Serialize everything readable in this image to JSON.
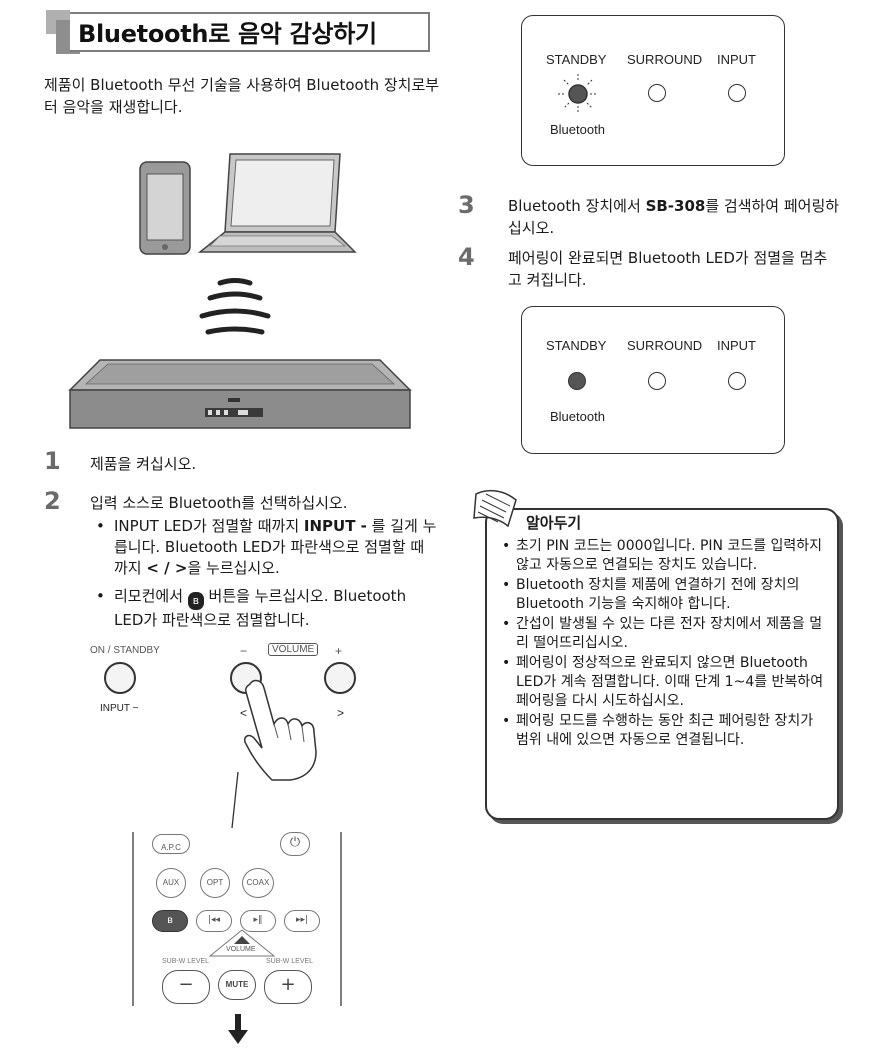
{
  "title": "Bluetooth로 음악 감상하기",
  "intro": "제품이 Bluetooth 무선 기술을 사용하여 Bluetooth 장치로부터 음악을 재생합니다.",
  "device_label": "SB-308",
  "steps": {
    "s1": {
      "num": "1",
      "text": "제품을 켜십시오."
    },
    "s2": {
      "num": "2",
      "text": "입력 소스로 Bluetooth를 선택하십시오.",
      "b1_pre": "INPUT LED가 점멸할 때까지 ",
      "b1_bold": "INPUT -",
      "b1_post": " 를 길게 누릅니다. Bluetooth LED가 파란색으로 점멸할 때까지 ",
      "b1_bold2": "< / >",
      "b1_end": "을 누르십시오.",
      "b2_pre": "리모컨에서 ",
      "b2_post": " 버튼을 누르십시오. Bluetooth LED가 파란색으로 점멸합니다."
    },
    "s3": {
      "num": "3",
      "pre": "Bluetooth 장치에서 ",
      "bold": "SB-308",
      "post": "를 검색하여 페어링하십시오."
    },
    "s4": {
      "num": "4",
      "text": "페어링이 완료되면 Bluetooth LED가 점멸을 멈추고 켜집니다."
    }
  },
  "panel": {
    "standby": "STANDBY",
    "surround": "SURROUND",
    "input": "INPUT",
    "bluetooth": "Bluetooth",
    "top_blinking": true,
    "bottom_steady": true
  },
  "buttons": {
    "on_standby": "ON / STANDBY",
    "input_minus": "INPUT −",
    "minus": "−",
    "volume": "VOLUME",
    "plus": "+",
    "lt": "<",
    "gt": ">"
  },
  "remote": {
    "apc": "A.P.C",
    "aux": "AUX",
    "opt": "OPT",
    "coax": "COAX",
    "volume": "VOLUME",
    "subw_left": "SUB-W LEVEL",
    "subw_right": "SUB-W LEVEL",
    "mute": "MUTE"
  },
  "note": {
    "title": "알아두기",
    "items": [
      "초기 PIN 코드는 0000입니다. PIN 코드를 입력하지 않고 자동으로 연결되는 장치도 있습니다.",
      "Bluetooth 장치를 제품에 연결하기 전에 장치의 Bluetooth 기능을 숙지해야 합니다.",
      "간섭이 발생될 수 있는 다른 전자 장치에서 제품을 멀리 떨어뜨리십시오.",
      "페어링이 정상적으로 완료되지 않으면 Bluetooth LED가 계속 점멸합니다. 이때 단계 1~4를 반복하여 페어링을 다시 시도하십시오.",
      "페어링 모드를 수행하는 동안 최근 페어링한 장치가 범위 내에 있으면 자동으로 연결됩니다."
    ]
  }
}
